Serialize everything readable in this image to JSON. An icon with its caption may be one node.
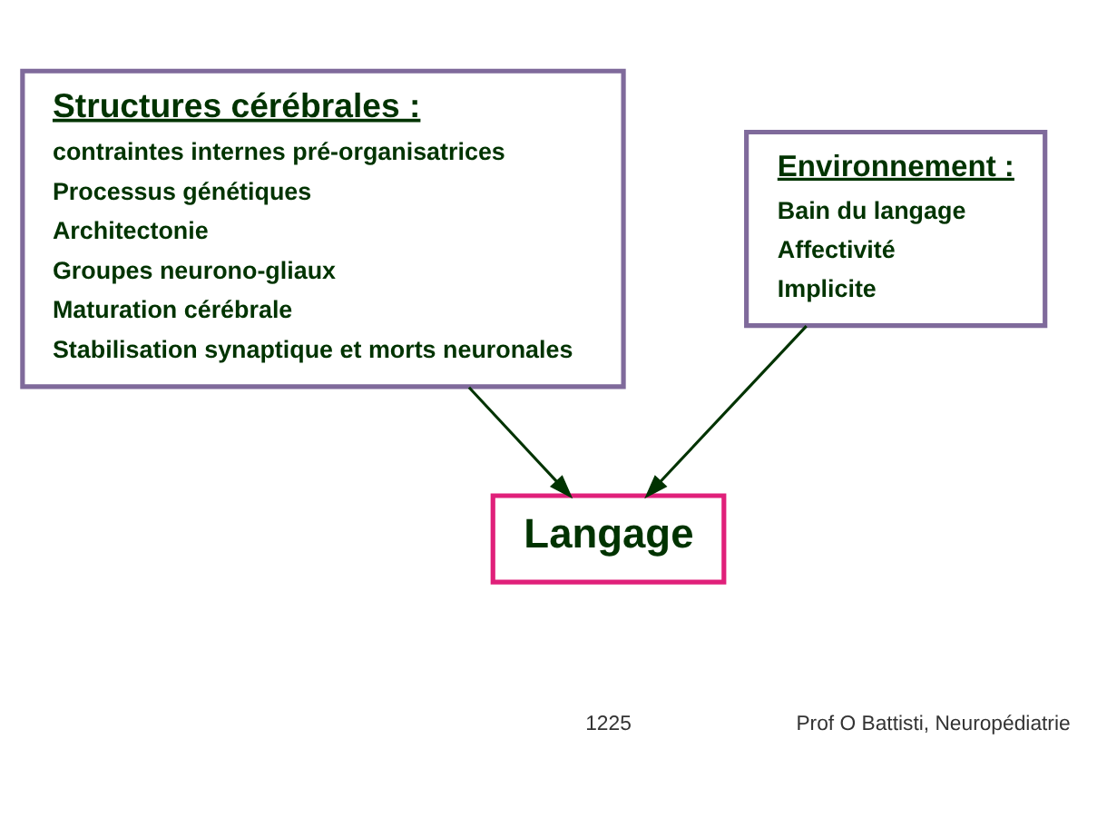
{
  "diagram": {
    "nodes": [
      {
        "text": [
          "Structures cérébrales :",
          "contraintes internes pré-organisatrices",
          "Processus génétiques",
          "Architectonie",
          "Groupes neurono-gliaux",
          "Maturation cérébrale",
          "Stabilisation synaptique et morts neuronales"
        ]
      },
      {
        "text": [
          "Langage"
        ]
      },
      {
        "text": [
          "Environnement :",
          "Bain du langage",
          "Affectivité",
          "Implicite"
        ]
      }
    ],
    "edges": [
      {
        "from": 0,
        "to": 1,
        "arrow": "to"
      },
      {
        "from": 2,
        "to": 1,
        "arrow": "to"
      }
    ],
    "labels": [
      "1225",
      "Prof O Battisti, Neuropédiatrie"
    ]
  }
}
